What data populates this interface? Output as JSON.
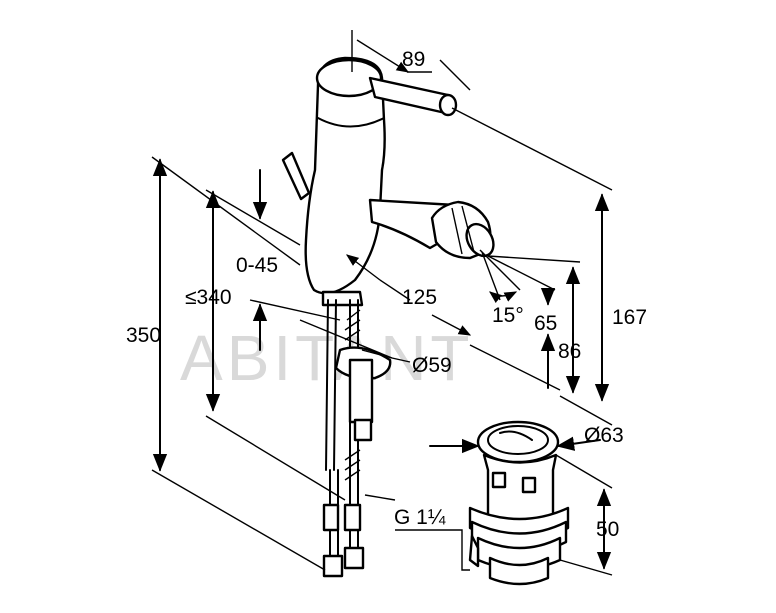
{
  "watermark": "ABITANT",
  "dimensions": {
    "d89": "89",
    "d0_45": "0-45",
    "d340": "≤340",
    "d125": "125",
    "d15": "15°",
    "d65": "65",
    "d167": "167",
    "d350": "350",
    "d86": "86",
    "d59": "Ø59",
    "d63": "Ø63",
    "g114": "G 1¼",
    "d50": "50"
  }
}
